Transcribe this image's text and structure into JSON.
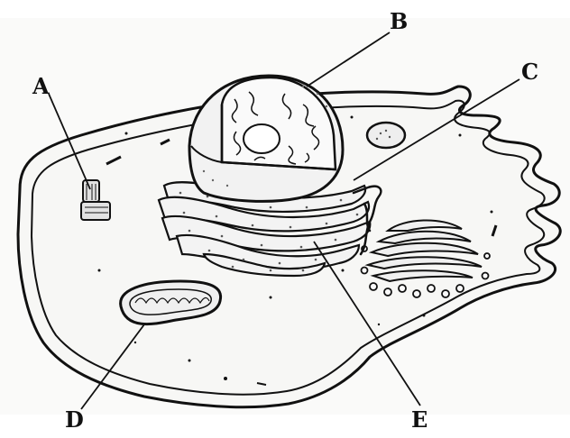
{
  "labels": {
    "a": "A",
    "b": "B",
    "c": "C",
    "d": "D",
    "e": "E"
  },
  "colors": {
    "ink": "#111111",
    "paper": "#ffffff",
    "shade": "#efefef",
    "cytoplasm": "#f7f7f5"
  }
}
